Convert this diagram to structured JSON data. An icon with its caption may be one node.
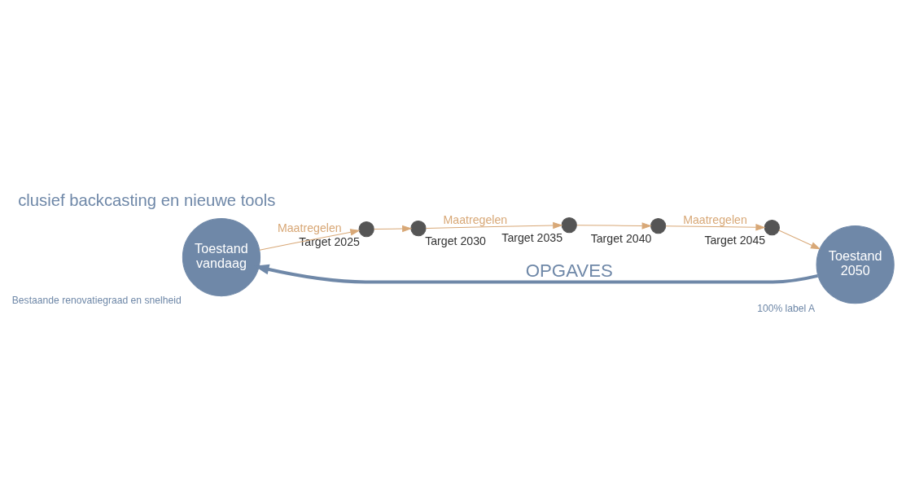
{
  "diagram": {
    "title": "clusief backcasting en nieuwe tools",
    "nodes": [
      {
        "text": [
          "Toestand vandaag"
        ],
        "beside": [
          "Bestaande renovatiegraad en snelheid"
        ]
      },
      {
        "text": [],
        "shape": "circle",
        "beside": [
          "Target 2025"
        ]
      },
      {
        "text": [],
        "shape": "circle",
        "beside": [
          "Target 2030"
        ]
      },
      {
        "text": [],
        "shape": "circle",
        "beside": [
          "Target 2035"
        ]
      },
      {
        "text": [],
        "shape": "circle",
        "beside": [
          "Target 2040"
        ]
      },
      {
        "text": [],
        "shape": "circle",
        "beside": [
          "Target 2045"
        ]
      },
      {
        "text": [
          "Toestand 2050"
        ],
        "beside": [
          "100% label A"
        ]
      }
    ],
    "edges": [
      {
        "from": 0,
        "to": 1,
        "arrow": "to",
        "label": "Maatregelen"
      },
      {
        "from": 1,
        "to": 2,
        "arrow": "to"
      },
      {
        "from": 2,
        "to": 3,
        "arrow": "to",
        "label": "Maatregelen"
      },
      {
        "from": 3,
        "to": 4,
        "arrow": "to"
      },
      {
        "from": 4,
        "to": 5,
        "arrow": "to",
        "label": "Maatregelen"
      },
      {
        "from": 5,
        "to": 6,
        "arrow": "to"
      },
      {
        "from": 6,
        "to": 0,
        "arrow": "to",
        "label": "OPGAVES",
        "style": "thick",
        "color": "#6f88a8"
      }
    ]
  }
}
